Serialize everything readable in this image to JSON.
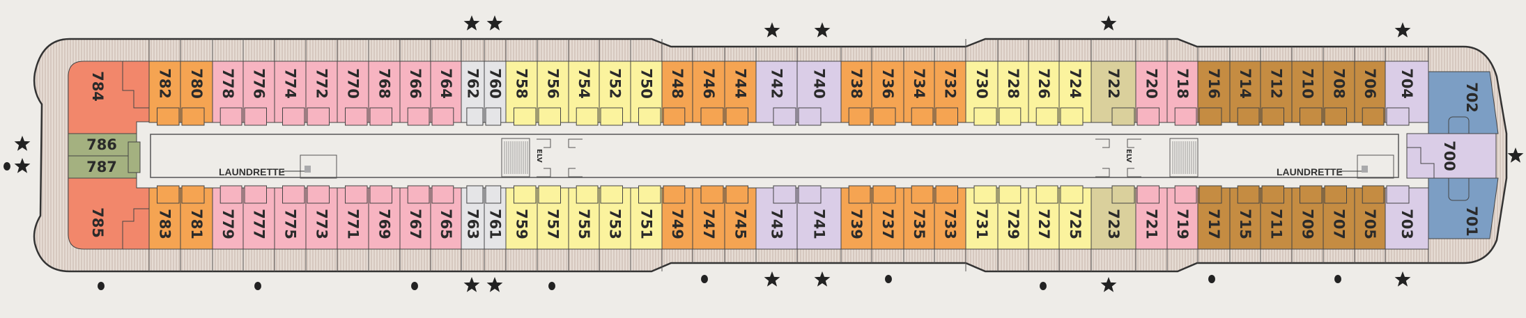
{
  "deck_plan": {
    "category_colors": {
      "coral": "#F2876B",
      "orange": "#F5A452",
      "pink": "#F7B4C1",
      "gray": "#E5E5E7",
      "yellow": "#FBF39E",
      "lavender": "#DACDE7",
      "khaki": "#DAD09C",
      "brown": "#C58C42",
      "blue": "#7C9EC4",
      "olive": "#A4B180"
    },
    "forward_aft": {
      "top_end": {
        "num": "784",
        "cat": "coral"
      },
      "bottom_end": {
        "num": "785",
        "cat": "coral"
      },
      "center_upper": {
        "num": "786",
        "cat": "olive"
      },
      "center_lower": {
        "num": "787",
        "cat": "olive"
      }
    },
    "bow": {
      "top": {
        "num": "702",
        "cat": "blue"
      },
      "center": {
        "num": "700",
        "cat": "lavender"
      },
      "bottom": {
        "num": "701",
        "cat": "blue"
      }
    },
    "top_row": [
      {
        "num": "782",
        "cat": "orange"
      },
      {
        "num": "780",
        "cat": "orange"
      },
      {
        "num": "778",
        "cat": "pink"
      },
      {
        "num": "776",
        "cat": "pink"
      },
      {
        "num": "774",
        "cat": "pink"
      },
      {
        "num": "772",
        "cat": "pink"
      },
      {
        "num": "770",
        "cat": "pink"
      },
      {
        "num": "768",
        "cat": "pink"
      },
      {
        "num": "766",
        "cat": "pink"
      },
      {
        "num": "764",
        "cat": "pink"
      },
      {
        "num": "762",
        "cat": "gray"
      },
      {
        "num": "760",
        "cat": "gray"
      },
      {
        "num": "758",
        "cat": "yellow"
      },
      {
        "num": "756",
        "cat": "yellow"
      },
      {
        "num": "754",
        "cat": "yellow"
      },
      {
        "num": "752",
        "cat": "yellow"
      },
      {
        "num": "750",
        "cat": "yellow"
      },
      {
        "num": "748",
        "cat": "orange"
      },
      {
        "num": "746",
        "cat": "orange"
      },
      {
        "num": "744",
        "cat": "orange"
      },
      {
        "num": "742",
        "cat": "lavender"
      },
      {
        "num": "740",
        "cat": "lavender"
      },
      {
        "num": "738",
        "cat": "orange"
      },
      {
        "num": "736",
        "cat": "orange"
      },
      {
        "num": "734",
        "cat": "orange"
      },
      {
        "num": "732",
        "cat": "orange"
      },
      {
        "num": "730",
        "cat": "yellow"
      },
      {
        "num": "728",
        "cat": "yellow"
      },
      {
        "num": "726",
        "cat": "yellow"
      },
      {
        "num": "724",
        "cat": "yellow"
      },
      {
        "num": "722",
        "cat": "khaki"
      },
      {
        "num": "720",
        "cat": "pink"
      },
      {
        "num": "718",
        "cat": "pink"
      },
      {
        "num": "716",
        "cat": "brown"
      },
      {
        "num": "714",
        "cat": "brown"
      },
      {
        "num": "712",
        "cat": "brown"
      },
      {
        "num": "710",
        "cat": "brown"
      },
      {
        "num": "708",
        "cat": "brown"
      },
      {
        "num": "706",
        "cat": "brown"
      },
      {
        "num": "704",
        "cat": "lavender"
      }
    ],
    "bottom_row": [
      {
        "num": "783",
        "cat": "orange"
      },
      {
        "num": "781",
        "cat": "orange"
      },
      {
        "num": "779",
        "cat": "pink"
      },
      {
        "num": "777",
        "cat": "pink"
      },
      {
        "num": "775",
        "cat": "pink"
      },
      {
        "num": "773",
        "cat": "pink"
      },
      {
        "num": "771",
        "cat": "pink"
      },
      {
        "num": "769",
        "cat": "pink"
      },
      {
        "num": "767",
        "cat": "pink"
      },
      {
        "num": "765",
        "cat": "pink"
      },
      {
        "num": "763",
        "cat": "gray"
      },
      {
        "num": "761",
        "cat": "gray"
      },
      {
        "num": "759",
        "cat": "yellow"
      },
      {
        "num": "757",
        "cat": "yellow"
      },
      {
        "num": "755",
        "cat": "yellow"
      },
      {
        "num": "753",
        "cat": "yellow"
      },
      {
        "num": "751",
        "cat": "yellow"
      },
      {
        "num": "749",
        "cat": "orange"
      },
      {
        "num": "747",
        "cat": "orange"
      },
      {
        "num": "745",
        "cat": "orange"
      },
      {
        "num": "743",
        "cat": "lavender"
      },
      {
        "num": "741",
        "cat": "lavender"
      },
      {
        "num": "739",
        "cat": "orange"
      },
      {
        "num": "737",
        "cat": "orange"
      },
      {
        "num": "735",
        "cat": "orange"
      },
      {
        "num": "733",
        "cat": "orange"
      },
      {
        "num": "731",
        "cat": "yellow"
      },
      {
        "num": "729",
        "cat": "yellow"
      },
      {
        "num": "727",
        "cat": "yellow"
      },
      {
        "num": "725",
        "cat": "yellow"
      },
      {
        "num": "723",
        "cat": "khaki"
      },
      {
        "num": "721",
        "cat": "pink"
      },
      {
        "num": "719",
        "cat": "pink"
      },
      {
        "num": "717",
        "cat": "brown"
      },
      {
        "num": "715",
        "cat": "brown"
      },
      {
        "num": "711",
        "cat": "brown"
      },
      {
        "num": "709",
        "cat": "brown"
      },
      {
        "num": "707",
        "cat": "brown"
      },
      {
        "num": "705",
        "cat": "brown"
      },
      {
        "num": "703",
        "cat": "lavender"
      }
    ],
    "laundrette_aft": "LAUNDRETTE",
    "laundrette_fwd": "LAUNDRETTE",
    "elevator_aft": "ELV",
    "elevator_fwd": "ELV"
  }
}
